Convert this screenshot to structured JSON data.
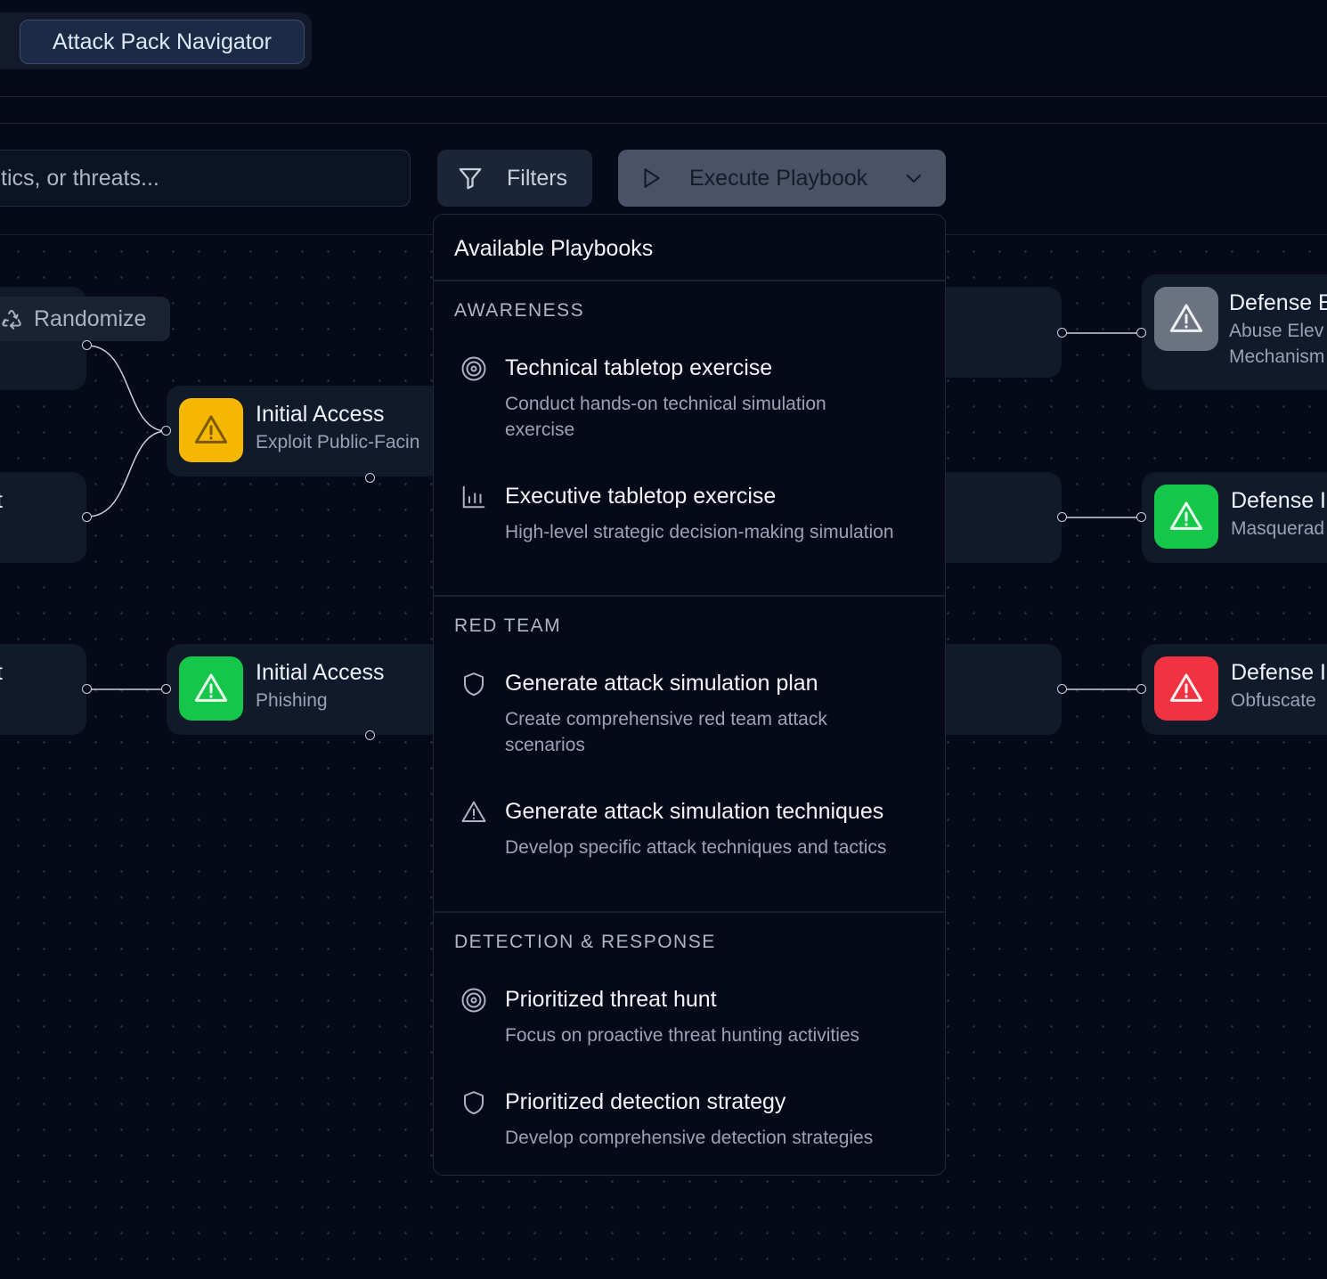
{
  "header": {
    "active_tab": "Attack Pack Navigator"
  },
  "toolbar": {
    "search_placeholder": "tics, or threats...",
    "filters_label": "Filters",
    "execute_label": "Execute Playbook"
  },
  "canvas": {
    "randomize_label": "Randomize",
    "partial_labels": {
      "left_mid": "t",
      "left_bottom": "t"
    },
    "nodes": [
      {
        "title": "Initial Access",
        "subtitle": "Exploit Public-Facin",
        "color": "#f5b700"
      },
      {
        "title": "Initial Access",
        "subtitle": "Phishing",
        "color": "#16c64a"
      },
      {
        "title": "Defense E",
        "subtitle": "Abuse Elev",
        "subtitle2": "Mechanism",
        "color": "#6b7280"
      },
      {
        "title": "Defense I",
        "subtitle": "Masquerad",
        "color": "#16c64a"
      },
      {
        "title": "Defense I",
        "subtitle": "Obfuscate",
        "color": "#ef3340"
      }
    ]
  },
  "dropdown": {
    "title": "Available Playbooks",
    "groups": [
      {
        "label": "AWARENESS",
        "items": [
          {
            "name": "Technical tabletop exercise",
            "desc": "Conduct hands-on technical simulation exercise",
            "icon": "target-icon"
          },
          {
            "name": "Executive tabletop exercise",
            "desc": "High-level strategic decision-making simulation",
            "icon": "bar-chart-icon"
          }
        ]
      },
      {
        "label": "RED TEAM",
        "items": [
          {
            "name": "Generate attack simulation plan",
            "desc": "Create comprehensive red team attack scenarios",
            "icon": "shield-icon"
          },
          {
            "name": "Generate attack simulation techniques",
            "desc": "Develop specific attack techniques and tactics",
            "icon": "warning-icon"
          }
        ]
      },
      {
        "label": "DETECTION & RESPONSE",
        "items": [
          {
            "name": "Prioritized threat hunt",
            "desc": "Focus on proactive threat hunting activities",
            "icon": "target-icon"
          },
          {
            "name": "Prioritized detection strategy",
            "desc": "Develop comprehensive detection strategies",
            "icon": "shield-icon"
          }
        ]
      }
    ]
  }
}
